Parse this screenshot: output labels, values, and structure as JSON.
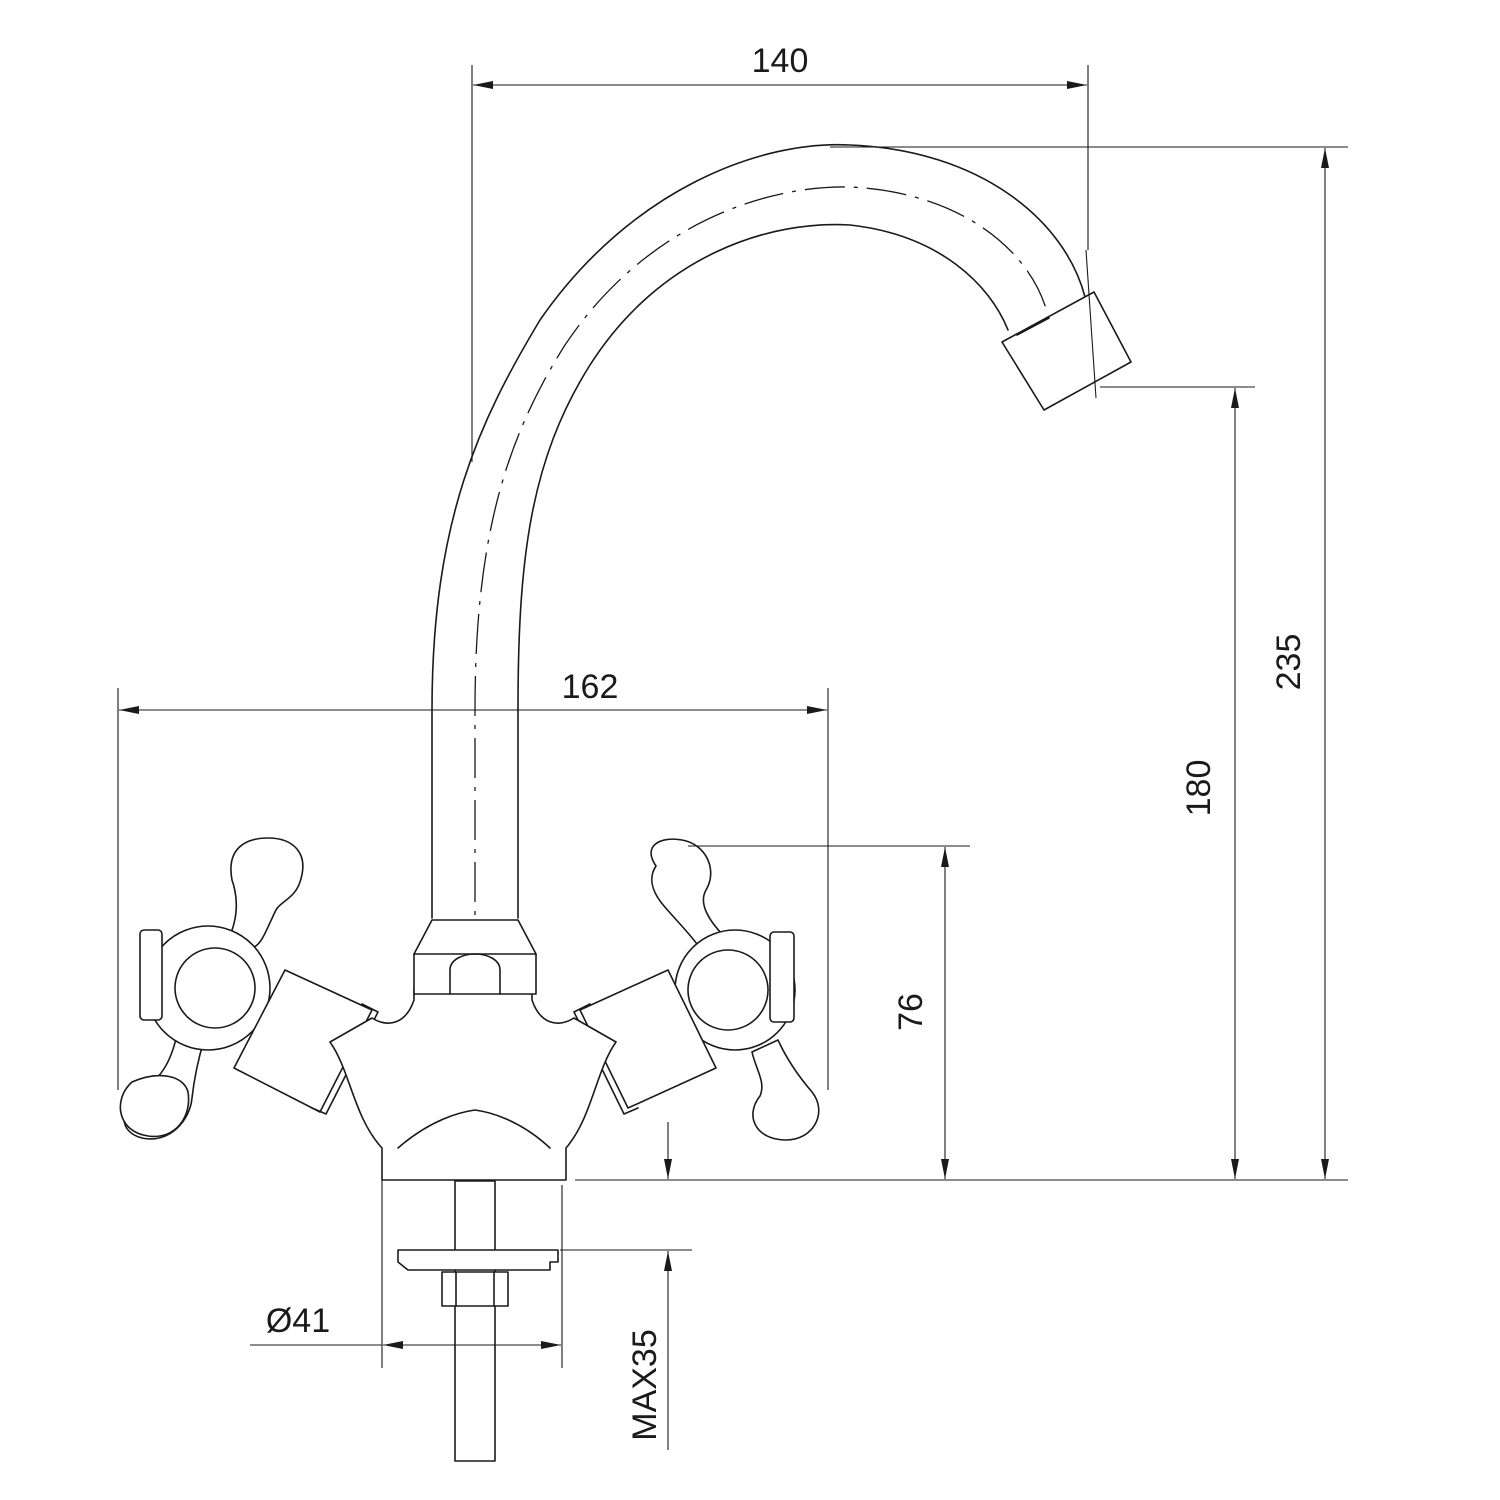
{
  "dimensions": {
    "spout_reach": "140",
    "total_width": "162",
    "total_height": "235",
    "spout_outlet_height": "180",
    "handle_height": "76",
    "base_diameter": "Ø41",
    "max_thickness": "MAX35"
  }
}
